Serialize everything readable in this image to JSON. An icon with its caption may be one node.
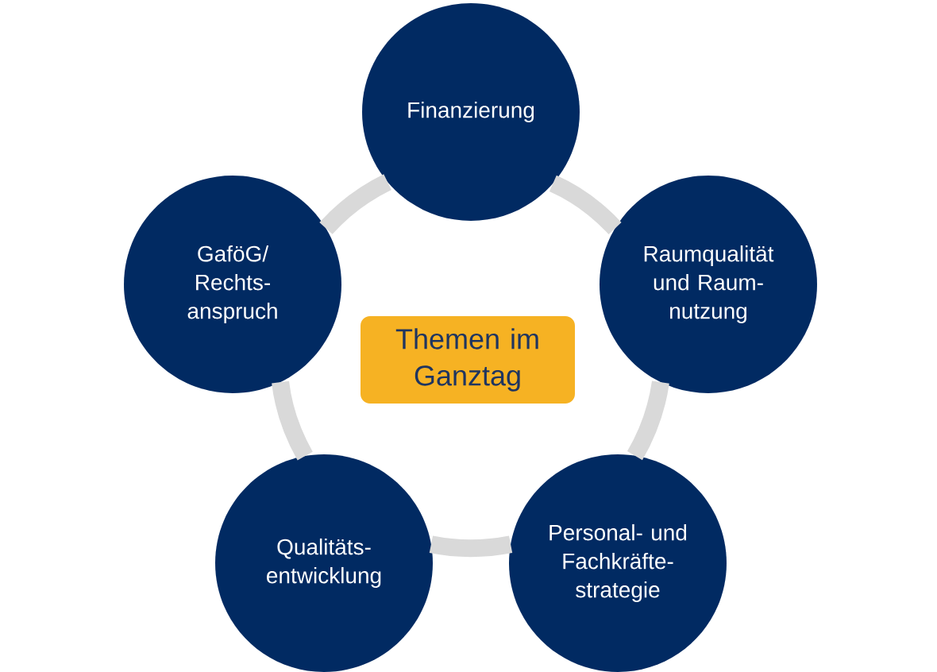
{
  "diagram": {
    "nodes": [
      {
        "text": [
          "Finanzierung"
        ]
      },
      {
        "text": [
          "GaföG/ Rechts- anspruch"
        ]
      },
      {
        "text": [
          "Raumqualität und Raum- nutzung"
        ]
      },
      {
        "text": [
          "Themen im Ganztag"
        ]
      },
      {
        "text": [
          "Qualitäts- entwicklung"
        ]
      },
      {
        "text": [
          "Personal- und Fachkräfte- strategie"
        ]
      }
    ],
    "edges": [
      {
        "from": 0,
        "to": 2,
        "arrow": "none"
      },
      {
        "from": 2,
        "to": 5,
        "arrow": "none"
      },
      {
        "from": 5,
        "to": 4,
        "arrow": "none"
      },
      {
        "from": 4,
        "to": 1,
        "arrow": "none"
      },
      {
        "from": 1,
        "to": 0,
        "arrow": "none"
      }
    ]
  }
}
